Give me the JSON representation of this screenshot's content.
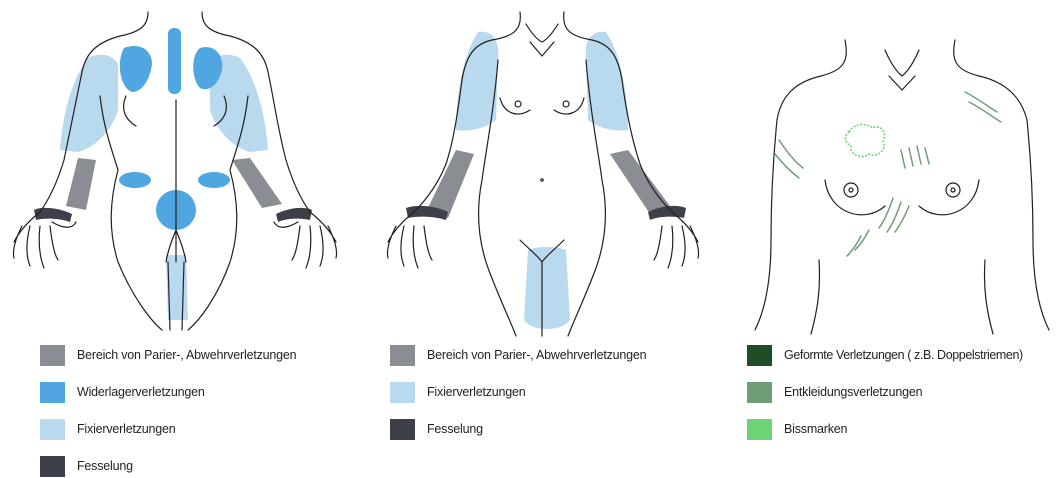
{
  "colors": {
    "outline": "#231f20",
    "parier_gray": "#8a8d93",
    "widerlager_blue": "#4fa6e0",
    "fixier_light_blue": "#b9d9ef",
    "fesselung_dark": "#3d4048",
    "geformte_dark_green": "#1f4d27",
    "entkleidung_green": "#6f9e76",
    "bissmarken_green": "#6dd475"
  },
  "figures": [
    {
      "view": "back",
      "legend": [
        {
          "label": "Bereich von Parier-, Abwehrverletzungen",
          "color": "#8a8d93"
        },
        {
          "label": "Widerlagerverletzungen",
          "color": "#4fa6e0"
        },
        {
          "label": "Fixierverletzungen",
          "color": "#b9d9ef"
        },
        {
          "label": "Fesselung",
          "color": "#3d4048"
        }
      ]
    },
    {
      "view": "front",
      "legend": [
        {
          "label": "Bereich von Parier-, Abwehrverletzungen",
          "color": "#8a8d93"
        },
        {
          "label": "Fixierverletzungen",
          "color": "#b9d9ef"
        },
        {
          "label": "Fesselung",
          "color": "#3d4048"
        }
      ]
    },
    {
      "view": "chest",
      "legend": [
        {
          "label": "Geformte Verletzungen ( z.B. Doppelstriemen)",
          "color": "#1f4d27"
        },
        {
          "label": "Entkleidungsverletzungen",
          "color": "#6f9e76"
        },
        {
          "label": "Bissmarken",
          "color": "#6dd475"
        }
      ]
    }
  ]
}
